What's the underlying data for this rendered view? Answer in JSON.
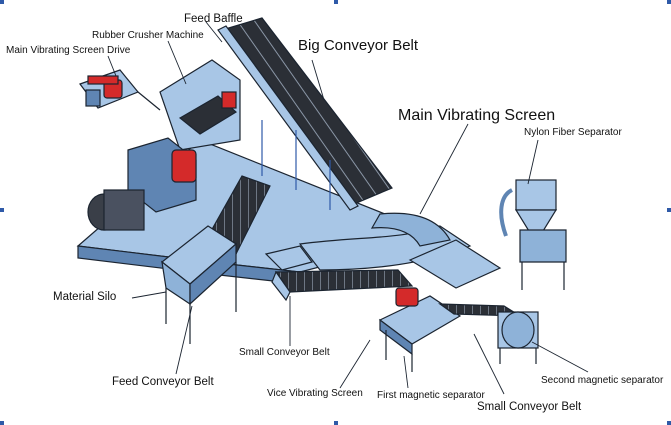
{
  "labels": {
    "feed_baffle": "Feed Baffle",
    "rubber_crusher_machine": "Rubber Crusher Machine",
    "main_vibrating_screen_drive": "Main Vibrating Screen Drive",
    "big_conveyor_belt": "Big Conveyor Belt",
    "main_vibrating_screen": "Main Vibrating Screen",
    "nylon_fiber_separator": "Nylon Fiber Separator",
    "material_silo": "Material Silo",
    "small_conveyor_belt_1": "Small Conveyor Belt",
    "feed_conveyor_belt": "Feed Conveyor Belt",
    "vice_vibrating_screen": "Vice Vibrating Screen",
    "first_magnetic_separator": "First magnetic separator",
    "second_magnetic_separator": "Second magnetic separator",
    "small_conveyor_belt_2": "Small Conveyor Belt"
  },
  "colors": {
    "steel_blue": "#a8c6e6",
    "steel_dark": "#5f85b3",
    "belt_dark": "#2b2f36",
    "motor_red": "#d42a2a",
    "outline": "#1b2430",
    "frame_line": "#2f5aa8"
  }
}
